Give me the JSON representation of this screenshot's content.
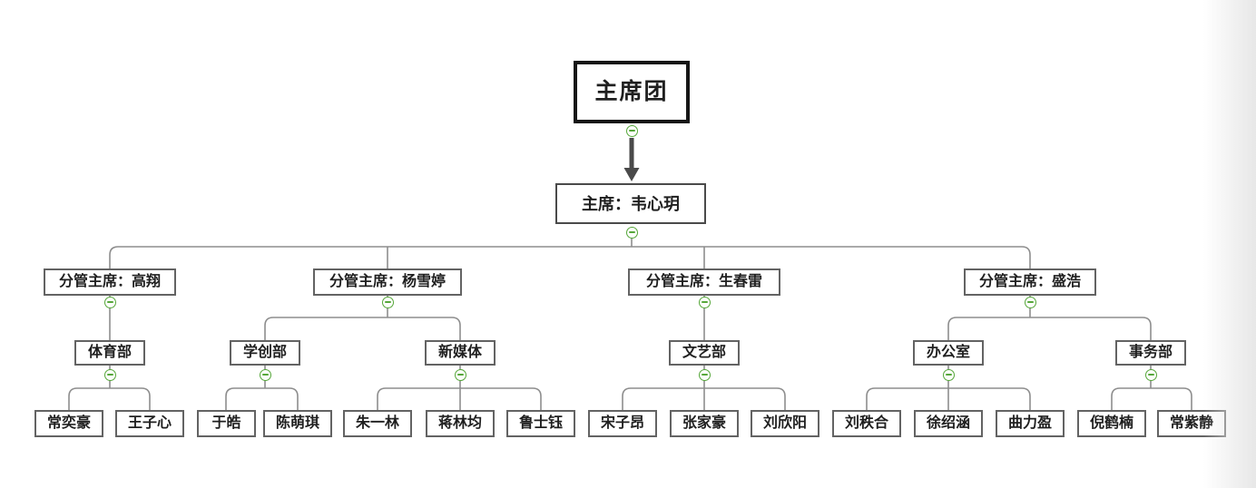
{
  "colors": {
    "connector": "#8d8d8d",
    "box_border": "#636363",
    "root_border": "#161616",
    "arrow": "#4a4a4a",
    "collapse_green": "#56a73a",
    "node_bg": "#ffffff",
    "text": "#1f1f1f"
  },
  "icons": {
    "collapse": "minus-circle-icon"
  },
  "org_chart": {
    "type": "organization-tree",
    "root": {
      "label": "主席团"
    },
    "chair": {
      "label": "主席：韦心玥"
    },
    "branches": [
      {
        "label": "分管主席：高翔",
        "departments": [
          {
            "label": "体育部",
            "members": [
              "常奕豪",
              "王子心"
            ]
          }
        ]
      },
      {
        "label": "分管主席：杨雪婷",
        "departments": [
          {
            "label": "学创部",
            "members": [
              "于皓",
              "陈萌琪"
            ]
          },
          {
            "label": "新媒体",
            "members": [
              "朱一林",
              "蒋林均",
              "鲁士钰"
            ]
          }
        ]
      },
      {
        "label": "分管主席：生春雷",
        "departments": [
          {
            "label": "文艺部",
            "members": [
              "宋子昂",
              "张家豪",
              "刘欣阳"
            ]
          }
        ]
      },
      {
        "label": "分管主席：盛浩",
        "departments": [
          {
            "label": "办公室",
            "members": [
              "刘秩合",
              "徐绍涵",
              "曲力盈"
            ]
          },
          {
            "label": "事务部",
            "members": [
              "倪鹤楠",
              "常紫静"
            ]
          }
        ]
      }
    ]
  }
}
